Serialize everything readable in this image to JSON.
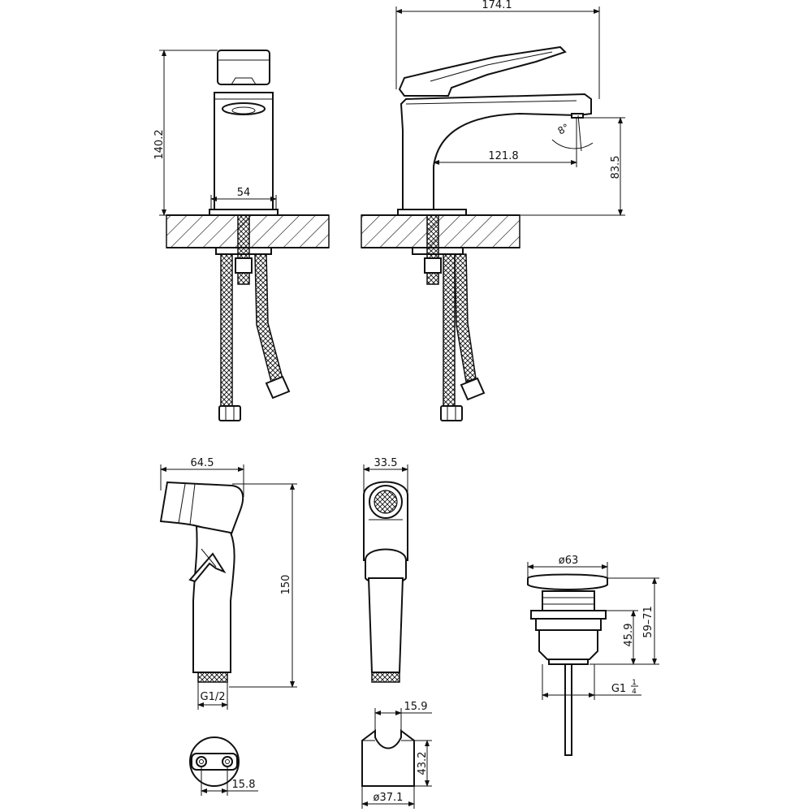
{
  "dimensions": {
    "front_height": "140.2",
    "front_base_width": "54",
    "side_total_length": "174.1",
    "side_reach": "121.8",
    "side_spout_height": "83.5",
    "spout_angle": "8°",
    "hand_shower_width": "64.5",
    "hand_shower_height": "150",
    "hand_shower_thread": "G1/2",
    "hand_shower_side_width": "33.5",
    "holder_top_width": "15.9",
    "holder_height": "43.2",
    "holder_diameter": "ø37.1",
    "holder_hole_spacing": "15.8",
    "drain_diameter": "ø63",
    "drain_body_height": "45.9",
    "drain_range": "59–71",
    "drain_thread_main": "G1",
    "drain_thread_frac_num": "1",
    "drain_thread_frac_den": "4"
  }
}
